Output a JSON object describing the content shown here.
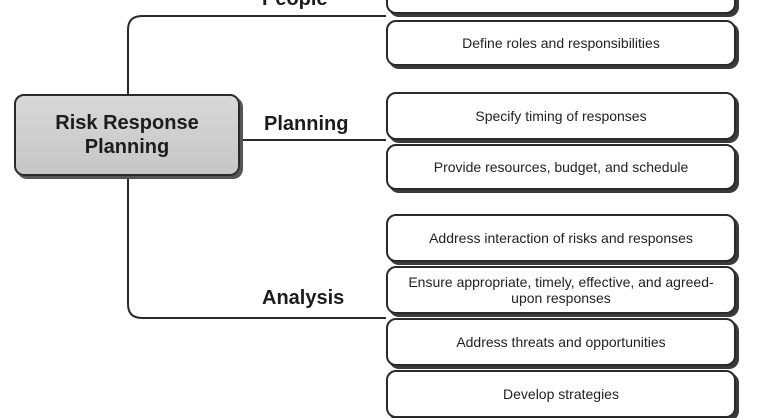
{
  "diagram": {
    "central_topic": "Risk Response Planning",
    "groups": [
      {
        "label": "People",
        "items": [
          "",
          "Define roles and responsibilities"
        ]
      },
      {
        "label": "Planning",
        "items": [
          "Specify timing of responses",
          "Provide resources, budget, and schedule"
        ]
      },
      {
        "label": "Analysis",
        "items": [
          "Address interaction of risks and responses",
          "Ensure appropriate, timely, effective, and agreed-upon responses",
          "Address threats and opportunities",
          "Develop strategies"
        ]
      }
    ]
  }
}
